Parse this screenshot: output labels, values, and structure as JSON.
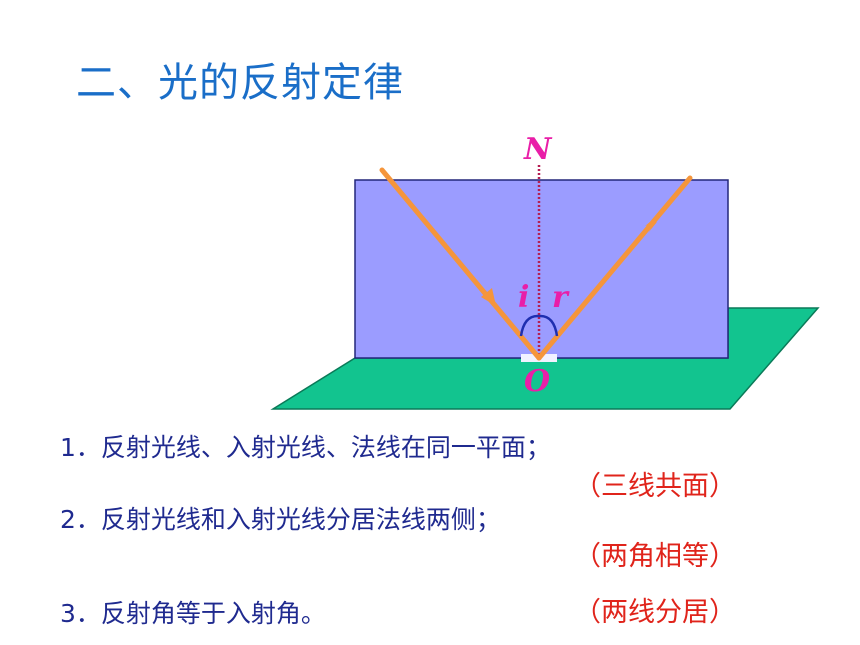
{
  "title": "二、光的反射定律",
  "diagram": {
    "normal_label": "N",
    "incidence_label": "i",
    "reflection_label": "r",
    "point_label": "O",
    "colors": {
      "board": "#9b9cff",
      "mirror": "#12c48f",
      "ray": "#f5953b",
      "normal": "#b51e52",
      "label": "#e91ea8"
    }
  },
  "laws": [
    {
      "text": "1．反射光线、入射光线、法线在同一平面；"
    },
    {
      "text": "2．反射光线和入射光线分居法线两侧；"
    },
    {
      "text": "3．反射角等于入射角。"
    }
  ],
  "notes": [
    "（三线共面）",
    "（两角相等）",
    "（两线分居）"
  ]
}
